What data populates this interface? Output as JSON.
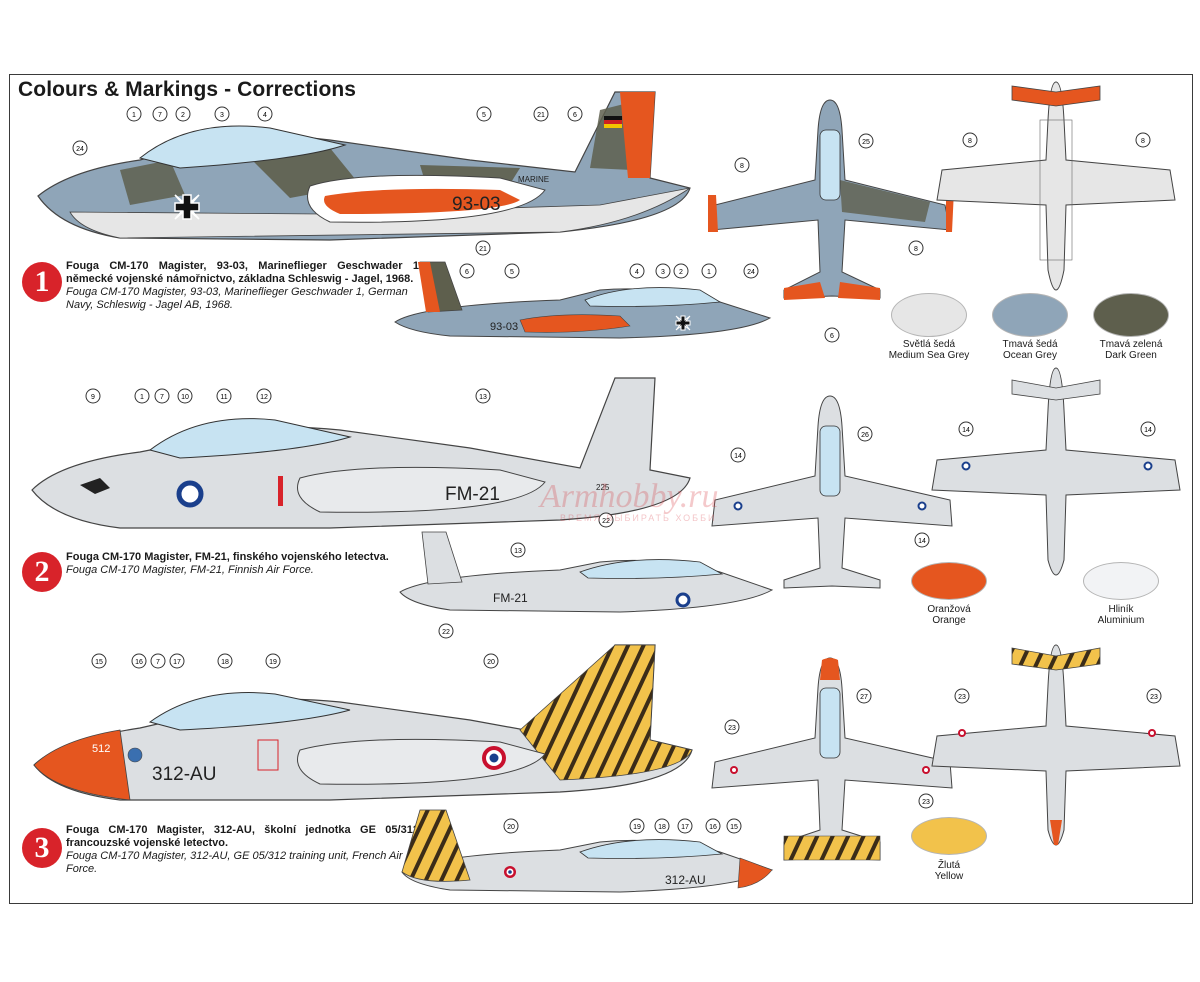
{
  "title": "Colours & Markings - Corrections",
  "schemes": [
    {
      "number": "1",
      "cz": "Fouga CM-170 Magister, 93-03, Marineflieger Geschwader 1, německé vojenské námořnictvo, základna Schleswig - Jagel, 1968.",
      "en": "Fouga CM-170 Magister, 93-03, Marineflieger Geschwader 1, German Navy, Schleswig - Jagel AB, 1968.",
      "code": "93-03",
      "marking": "MARINE"
    },
    {
      "number": "2",
      "cz": "Fouga CM-170 Magister, FM-21, finského vojenského letectva.",
      "en": "Fouga CM-170 Magister, FM-21, Finnish Air Force.",
      "code": "FM-21",
      "fin_number": "225"
    },
    {
      "number": "3",
      "cz": "Fouga CM-170 Magister, 312-AU, školní jednotka GE 05/312, francouzské vojenské letectvo.",
      "en": "Fouga CM-170 Magister, 312-AU, GE 05/312 training unit, French Air Force.",
      "code": "312-AU",
      "nose_number": "512"
    }
  ],
  "colours": [
    {
      "cz": "Světlá šedá",
      "en": "Medium Sea Grey",
      "hex": "#e6e6e6"
    },
    {
      "cz": "Tmavá šedá",
      "en": "Ocean Grey",
      "hex": "#8fa5b8"
    },
    {
      "cz": "Tmavá zelená",
      "en": "Dark Green",
      "hex": "#5e5f4d"
    },
    {
      "cz": "Oranžová",
      "en": "Orange",
      "hex": "#e5561f"
    },
    {
      "cz": "Hliník",
      "en": "Aluminium",
      "hex": "#f2f3f5"
    },
    {
      "cz": "Žlutá",
      "en": "Yellow",
      "hex": "#f2c24b"
    }
  ],
  "callouts": {
    "s1_side": [
      "24",
      "1",
      "7",
      "2",
      "3",
      "4",
      "5",
      "21",
      "6"
    ],
    "s1_small": [
      "21",
      "6",
      "5",
      "4",
      "3",
      "2",
      "1",
      "24"
    ],
    "s1_top": [
      "8",
      "8",
      "25",
      "6"
    ],
    "s1_bottom": [
      "8",
      "8"
    ],
    "s2_side": [
      "9",
      "1",
      "7",
      "10",
      "11",
      "12",
      "13",
      "22"
    ],
    "s2_small": [
      "13",
      "22"
    ],
    "s2_top": [
      "14",
      "26",
      "14"
    ],
    "s2_bottom": [
      "14",
      "14"
    ],
    "s3_side": [
      "15",
      "16",
      "7",
      "17",
      "18",
      "19",
      "20"
    ],
    "s3_small": [
      "20",
      "19",
      "18",
      "17",
      "16",
      "15"
    ],
    "s3_top": [
      "23",
      "27",
      "23"
    ],
    "s3_bottom": [
      "23",
      "23"
    ]
  },
  "watermark": {
    "brand": "Armhobby.ru",
    "tagline": "ВРЕМЯ ВЫБИРАТЬ ХОББИ"
  }
}
